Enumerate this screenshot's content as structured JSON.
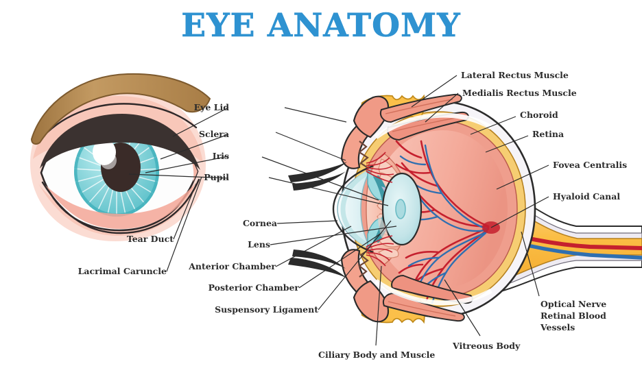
{
  "document": {
    "title": "EYE ANATOMY",
    "type": "anatomical-diagram",
    "subject": "human eye",
    "views": [
      "front external view",
      "sagittal cross-section"
    ],
    "title_color": "#2e92d1",
    "label_color": "#2b2b2b",
    "background_color": "#ffffff"
  },
  "labels": {
    "eye_lid": "Eye Lid",
    "sclera": "Sclera",
    "iris": "Iris",
    "pupil": "Pupil",
    "cornea": "Cornea",
    "lens": "Lens",
    "anterior_chamber": "Anterior Chamber",
    "posterior_chamber": "Posterior Chamber",
    "suspensory_ligament": "Suspensory Ligament",
    "tear_duct": "Tear Duct",
    "lacrimal_caruncle": "Lacrimal Caruncle",
    "lateral_rectus_muscle": "Lateral Rectus Muscle",
    "medialis_rectus_muscle": "Medialis Rectus Muscle",
    "choroid": "Choroid",
    "retina": "Retina",
    "fovea_centralis": "Fovea Centralis",
    "hyaloid_canal": "Hyaloid Canal",
    "optical_nerve": "Optical Nerve",
    "retinal_blood": "Retinal Blood",
    "vessels": "Vessels",
    "vitreous_body": "Vitreous Body",
    "ciliary_body_and_muscle": "Ciliary Body and Muscle"
  },
  "label_list": [
    "Eye Lid",
    "Sclera",
    "Iris",
    "Pupil",
    "Tear Duct",
    "Lacrimal Caruncle",
    "Cornea",
    "Lens",
    "Anterior Chamber",
    "Posterior Chamber",
    "Suspensory Ligament",
    "Ciliary Body and Muscle",
    "Lateral Rectus Muscle",
    "Medialis Rectus Muscle",
    "Choroid",
    "Retina",
    "Fovea Centralis",
    "Hyaloid Canal",
    "Optical Nerve Retinal Blood Vessels",
    "Vitreous Body"
  ],
  "palette": {
    "title_blue": "#2e92d1",
    "eyebrow_brown": "#b98d55",
    "eyebrow_brown_dark": "#8d6636",
    "skin_pink": "#f7c4b7",
    "skin_pink_light": "#fbddd4",
    "lid_dark": "#3b3230",
    "eye_white": "#fdfdfd",
    "iris_teal": "#7fd0d6",
    "iris_teal_dark": "#49b6c0",
    "pupil_dark": "#3a2b28",
    "highlight_white": "#ffffff",
    "sclera_layer": "#eeebf2",
    "choroid_yellow": "#f6cd72",
    "retina_salmon": "#ef9e8d",
    "vitreous_pink": "#f6b3a4",
    "ciliary_salmon": "#f2a08c",
    "muscle_salmon": "#ef9e8c",
    "muscle_yellow": "#fbc04a",
    "cornea_blue": "#e2f2f6",
    "lens_teal": "#bfe3e6",
    "artery_red": "#c5202e",
    "vein_blue": "#2f6fb0",
    "nerve_orange": "#fbc04a",
    "outline": "#2b2b2b"
  }
}
